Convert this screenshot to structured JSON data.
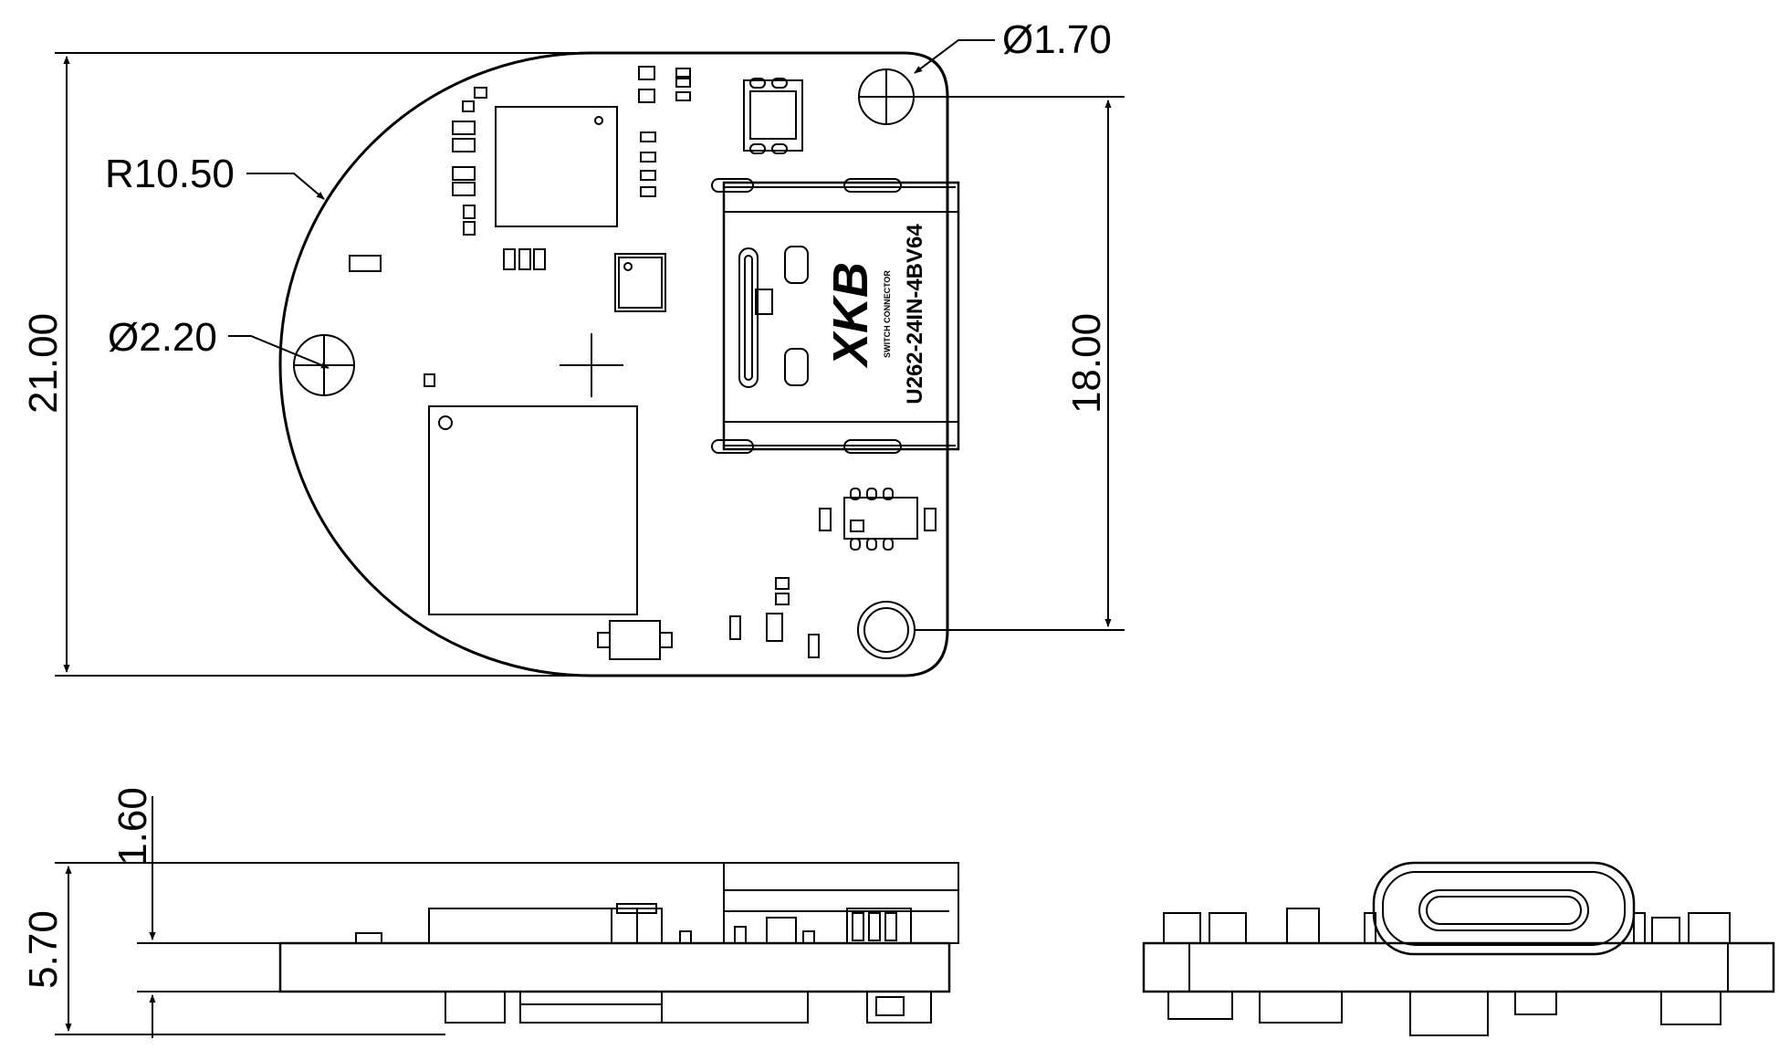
{
  "colors": {
    "line": "#000000",
    "background": "#ffffff"
  },
  "top_view": {
    "overall_height": "21.00",
    "outline_radius": "R10.50",
    "mount_hole_diameter": "Ø2.20",
    "corner_hole_diameter": "Ø1.70",
    "hole_spacing": "18.00",
    "connector_part_number": "U262-24IN-4BV64",
    "connector_brand": "XKB",
    "connector_caption": "SWITCH CONNECTOR"
  },
  "side_view": {
    "total_height": "5.70",
    "board_thickness": "1.60"
  }
}
